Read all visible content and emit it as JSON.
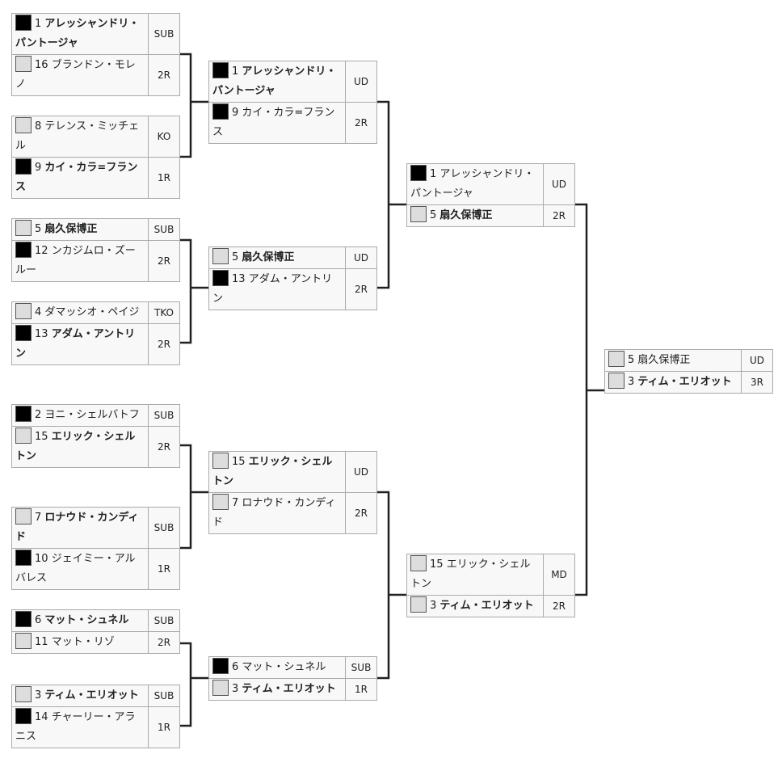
{
  "corner_colors": {
    "black": "#000000",
    "gray": "#dddddd"
  },
  "matches": {
    "m1": [
      {
        "seed": "1",
        "name": "アレッシャンドリ・パントージャ",
        "corner": "black",
        "winner": true,
        "result": "SUB"
      },
      {
        "seed": "16",
        "name": "ブランドン・モレノ",
        "corner": "gray",
        "winner": false,
        "result": "2R"
      }
    ],
    "m2": [
      {
        "seed": "8",
        "name": "テレンス・ミッチェル",
        "corner": "gray",
        "winner": false,
        "result": "KO"
      },
      {
        "seed": "9",
        "name": "カイ・カラ=フランス",
        "corner": "black",
        "winner": true,
        "result": "1R"
      }
    ],
    "m3": [
      {
        "seed": "5",
        "name": "扇久保博正",
        "corner": "gray",
        "winner": true,
        "result": "SUB"
      },
      {
        "seed": "12",
        "name": "ンカジムロ・ズールー",
        "corner": "black",
        "winner": false,
        "result": "2R"
      }
    ],
    "m4": [
      {
        "seed": "4",
        "name": "ダマッシオ・ペイジ",
        "corner": "gray",
        "winner": false,
        "result": "TKO"
      },
      {
        "seed": "13",
        "name": "アダム・アントリン",
        "corner": "black",
        "winner": true,
        "result": "2R"
      }
    ],
    "m5": [
      {
        "seed": "2",
        "name": "ヨニ・シェルバトフ",
        "corner": "black",
        "winner": false,
        "result": "SUB"
      },
      {
        "seed": "15",
        "name": "エリック・シェルトン",
        "corner": "gray",
        "winner": true,
        "result": "2R"
      }
    ],
    "m6": [
      {
        "seed": "7",
        "name": "ロナウド・カンディド",
        "corner": "gray",
        "winner": true,
        "result": "SUB"
      },
      {
        "seed": "10",
        "name": "ジェイミー・アルバレス",
        "corner": "black",
        "winner": false,
        "result": "1R"
      }
    ],
    "m7": [
      {
        "seed": "6",
        "name": "マット・シュネル",
        "corner": "black",
        "winner": true,
        "result": "SUB"
      },
      {
        "seed": "11",
        "name": "マット・リゾ",
        "corner": "gray",
        "winner": false,
        "result": "2R"
      }
    ],
    "m8": [
      {
        "seed": "3",
        "name": "ティム・エリオット",
        "corner": "gray",
        "winner": true,
        "result": "SUB"
      },
      {
        "seed": "14",
        "name": "チャーリー・アラニス",
        "corner": "black",
        "winner": false,
        "result": "1R"
      }
    ],
    "q1": [
      {
        "seed": "1",
        "name": "アレッシャンドリ・パントージャ",
        "corner": "black",
        "winner": true,
        "result": "UD"
      },
      {
        "seed": "9",
        "name": "カイ・カラ=フランス",
        "corner": "black",
        "winner": false,
        "result": "2R"
      }
    ],
    "q2": [
      {
        "seed": "5",
        "name": "扇久保博正",
        "corner": "gray",
        "winner": true,
        "result": "UD"
      },
      {
        "seed": "13",
        "name": "アダム・アントリン",
        "corner": "black",
        "winner": false,
        "result": "2R"
      }
    ],
    "q3": [
      {
        "seed": "15",
        "name": "エリック・シェルトン",
        "corner": "gray",
        "winner": true,
        "result": "UD"
      },
      {
        "seed": "7",
        "name": "ロナウド・カンディド",
        "corner": "gray",
        "winner": false,
        "result": "2R"
      }
    ],
    "q4": [
      {
        "seed": "6",
        "name": "マット・シュネル",
        "corner": "black",
        "winner": false,
        "result": "SUB"
      },
      {
        "seed": "3",
        "name": "ティム・エリオット",
        "corner": "gray",
        "winner": true,
        "result": "1R"
      }
    ],
    "s1": [
      {
        "seed": "1",
        "name": "アレッシャンドリ・パントージャ",
        "corner": "black",
        "winner": false,
        "result": "UD"
      },
      {
        "seed": "5",
        "name": "扇久保博正",
        "corner": "gray",
        "winner": true,
        "result": "2R"
      }
    ],
    "s2": [
      {
        "seed": "15",
        "name": "エリック・シェルトン",
        "corner": "gray",
        "winner": false,
        "result": "MD"
      },
      {
        "seed": "3",
        "name": "ティム・エリオット",
        "corner": "gray",
        "winner": true,
        "result": "2R"
      }
    ],
    "f1": [
      {
        "seed": "5",
        "name": "扇久保博正",
        "corner": "gray",
        "winner": false,
        "result": "UD"
      },
      {
        "seed": "3",
        "name": "ティム・エリオット",
        "corner": "gray",
        "winner": true,
        "result": "3R"
      }
    ]
  }
}
